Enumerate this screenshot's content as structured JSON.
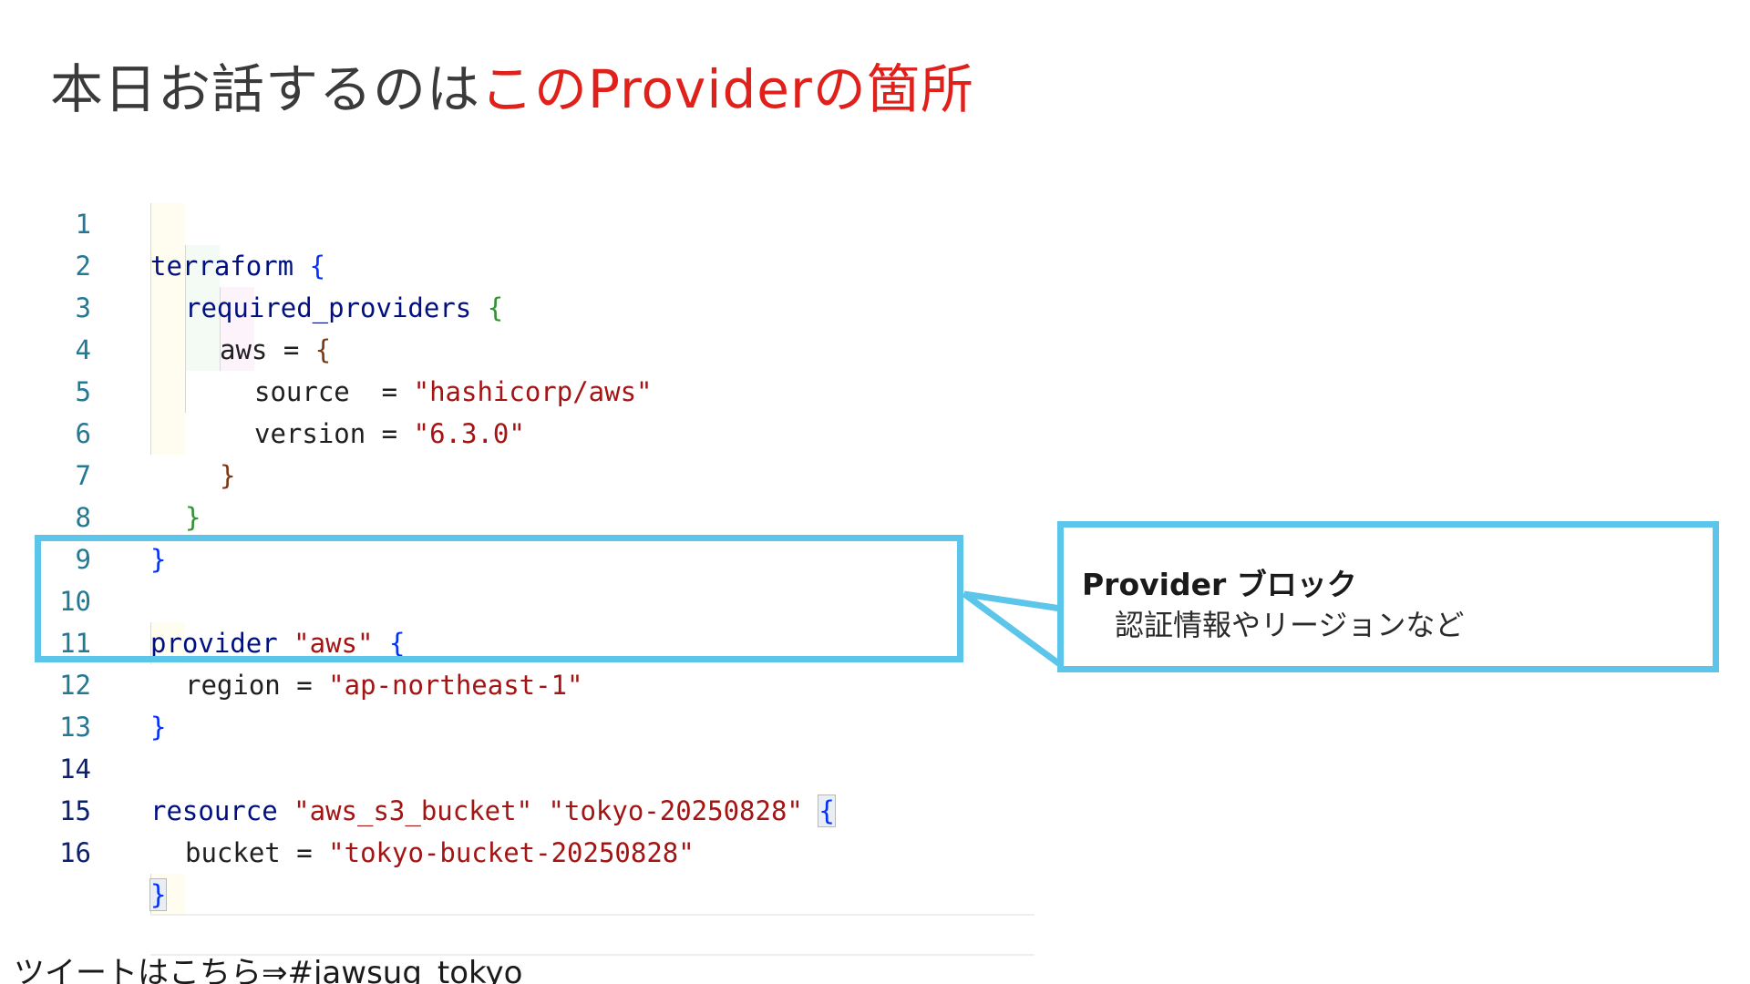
{
  "title": {
    "plain": "本日お話するのは",
    "accent": "このProviderの箇所"
  },
  "code": {
    "lines": [
      {
        "num": "1",
        "tokens": [
          "terraform",
          " ",
          "{"
        ]
      },
      {
        "num": "2",
        "tokens": [
          "required_providers",
          " ",
          "{"
        ]
      },
      {
        "num": "3",
        "tokens": [
          "aws",
          " = ",
          "{"
        ]
      },
      {
        "num": "4",
        "tokens": [
          "source",
          "  = ",
          "\"hashicorp/aws\""
        ]
      },
      {
        "num": "5",
        "tokens": [
          "version",
          " = ",
          "\"6.3.0\""
        ]
      },
      {
        "num": "6",
        "tokens": [
          "}"
        ]
      },
      {
        "num": "7",
        "tokens": [
          "}"
        ]
      },
      {
        "num": "8",
        "tokens": [
          "}"
        ]
      },
      {
        "num": "9",
        "tokens": []
      },
      {
        "num": "10",
        "tokens": [
          "provider",
          " ",
          "\"aws\"",
          " ",
          "{"
        ]
      },
      {
        "num": "11",
        "tokens": [
          "region",
          " = ",
          "\"ap-northeast-1\""
        ]
      },
      {
        "num": "12",
        "tokens": [
          "}"
        ]
      },
      {
        "num": "13",
        "tokens": []
      },
      {
        "num": "14",
        "tokens": [
          "resource",
          " ",
          "\"aws_s3_bucket\"",
          " ",
          "\"tokyo-20250828\"",
          " ",
          "{"
        ]
      },
      {
        "num": "15",
        "tokens": [
          "bucket",
          " = ",
          "\"tokyo-bucket-20250828\""
        ]
      },
      {
        "num": "16",
        "tokens": [
          "}"
        ]
      }
    ]
  },
  "callout": {
    "title": "Provider ブロック",
    "body": "認証情報やリージョンなど"
  },
  "footer": {
    "text": "ツイートはこちら⇒#jawsug_tokyo"
  },
  "colors": {
    "highlight_border": "#5bc5ea",
    "title_accent": "#e0201b",
    "keyword": "#0000ff",
    "string": "#a31515"
  }
}
